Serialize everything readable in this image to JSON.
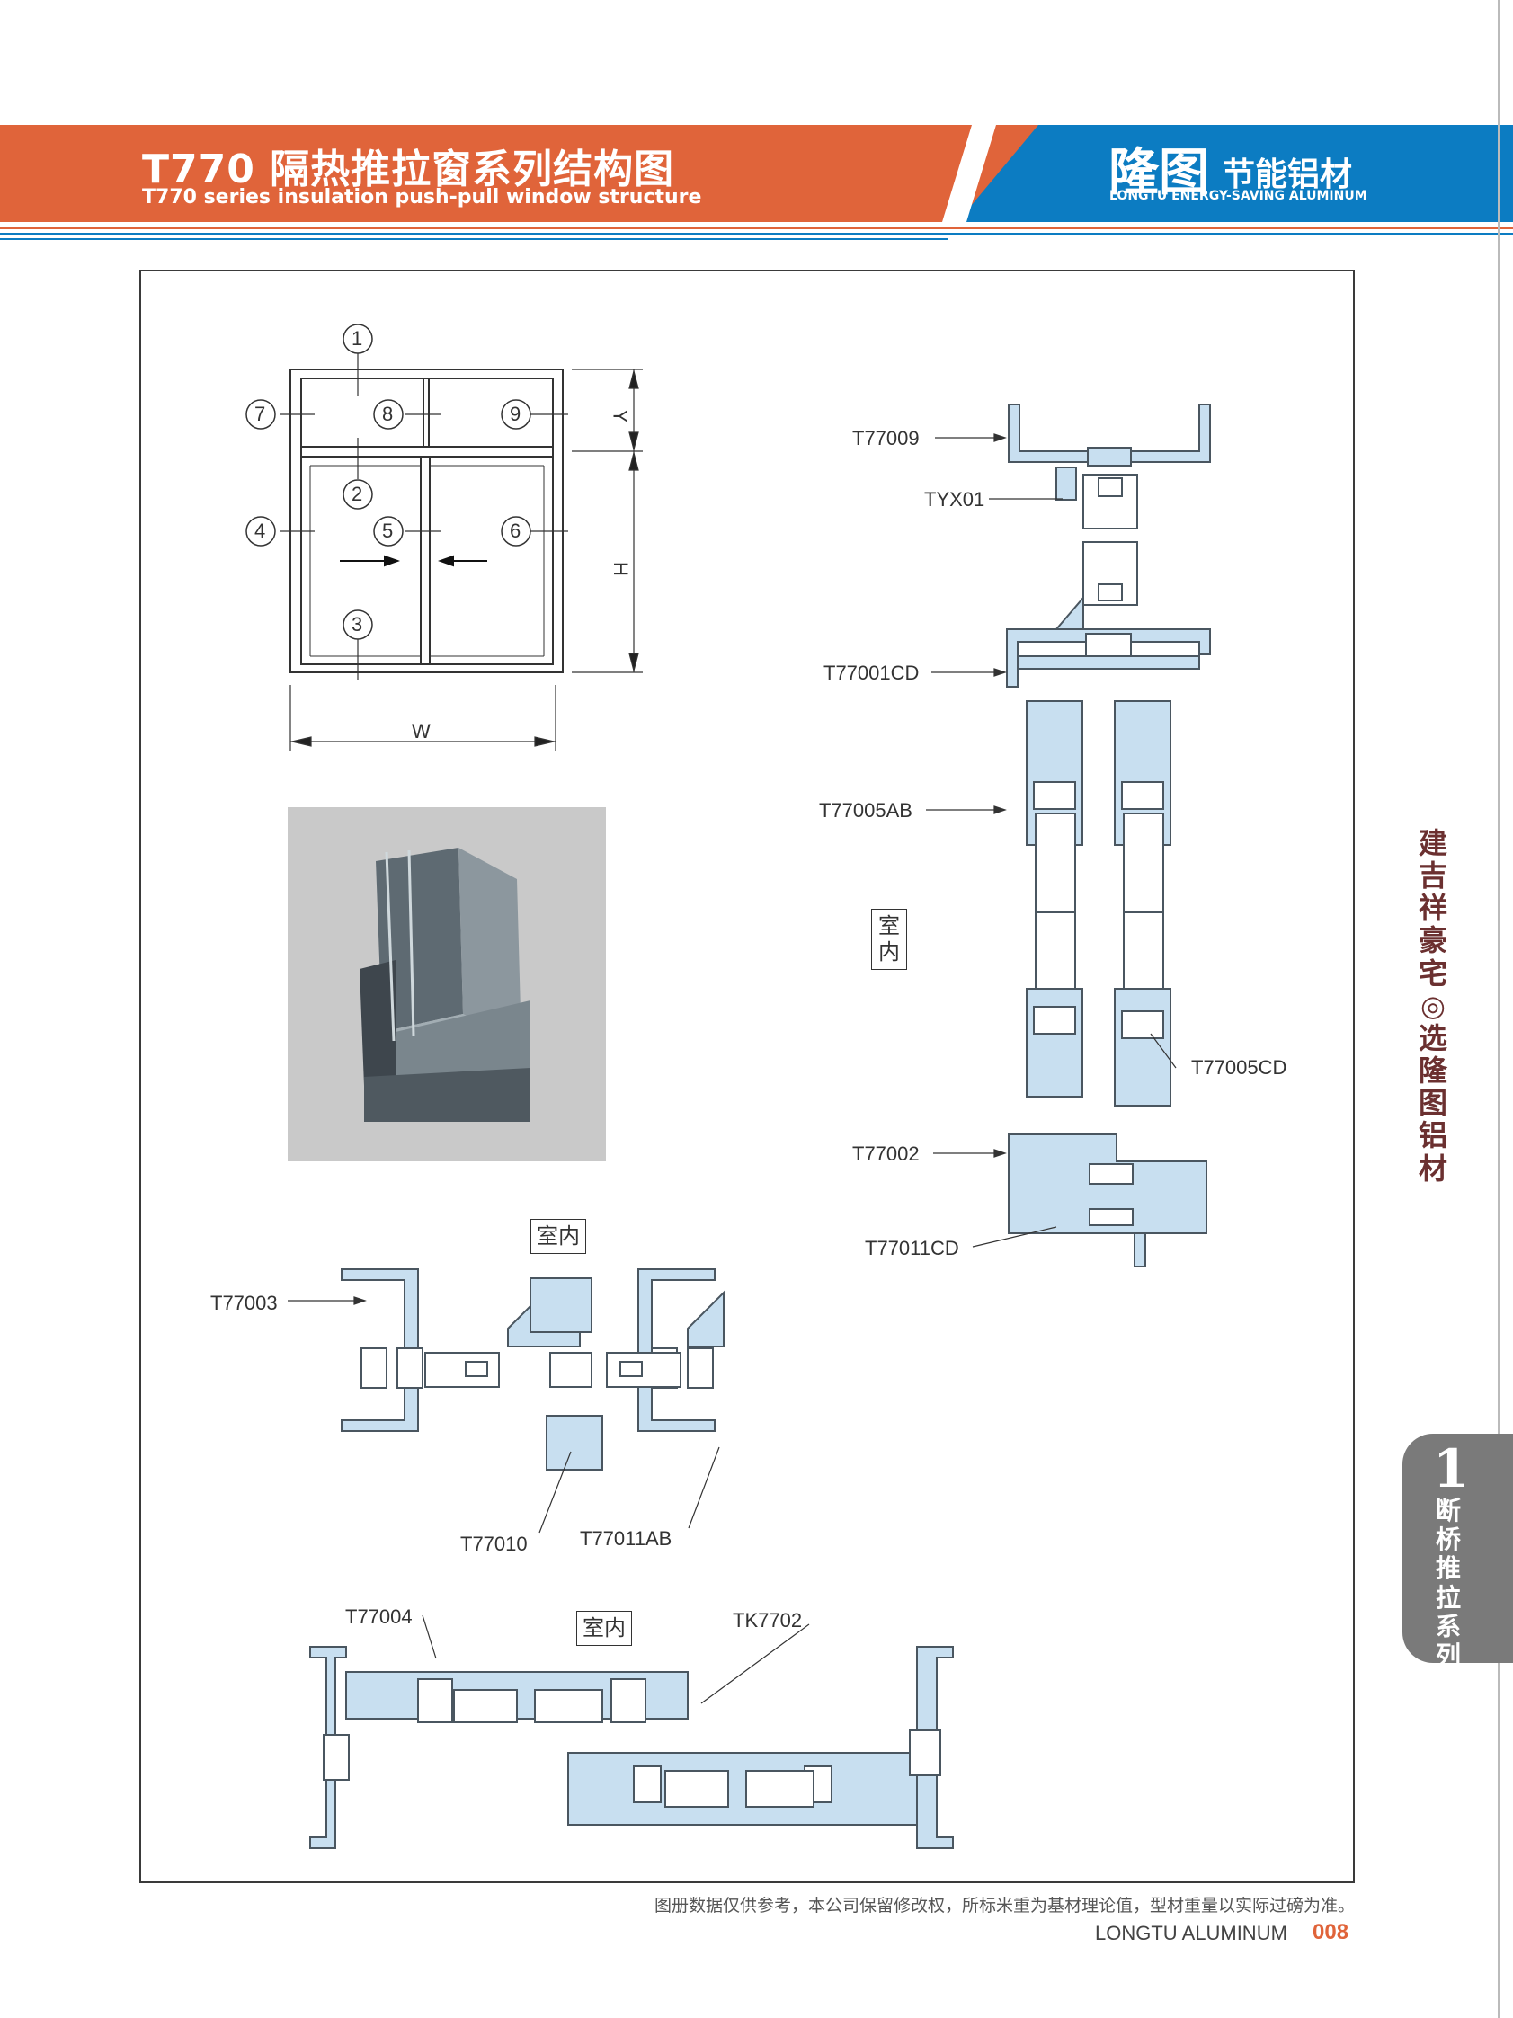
{
  "header": {
    "title_cn": "T770 隔热推拉窗系列结构图",
    "title_en": "T770 series insulation push-pull window structure",
    "brand_cn_big": "隆图",
    "brand_cn_small": "节能铝材",
    "brand_en": "LONGTU ENERGY-SAVING ALUMINUM",
    "colors": {
      "orange": "#e0643a",
      "blue": "#0c7cc2",
      "profile": "#c8dff0"
    }
  },
  "elevation": {
    "markers": [
      "1",
      "2",
      "3",
      "4",
      "5",
      "6",
      "7",
      "8",
      "9"
    ],
    "dim_y": "Y",
    "dim_h": "H",
    "dim_w": "W"
  },
  "labels": {
    "t77009": "T77009",
    "tyx01": "TYX01",
    "t77001cd": "T77001CD",
    "t77005ab": "T77005AB",
    "t77005cd": "T77005CD",
    "t77002": "T77002",
    "t77011cd": "T77011CD",
    "t77003": "T77003",
    "t77010": "T77010",
    "t77011ab": "T77011AB",
    "t77004": "T77004",
    "tk7702": "TK7702",
    "indoor": "室内"
  },
  "slogan": "建吉祥豪宅◎选隆图铝材",
  "side_tab": {
    "number": "1",
    "text": "断桥推拉系列"
  },
  "footer": {
    "note": "图册数据仅供参考，本公司保留修改权，所标米重为基材理论值，型材重量以实际过磅为准。",
    "brand": "LONGTU ALUMINUM",
    "page": "008"
  }
}
